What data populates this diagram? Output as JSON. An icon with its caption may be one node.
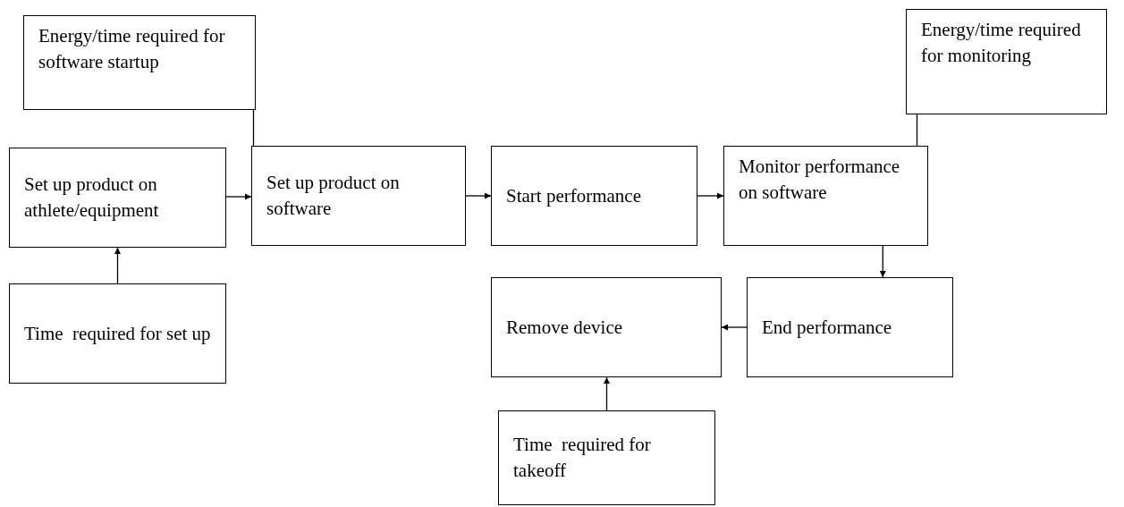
{
  "diagram": {
    "nodes": [
      {
        "text": [
          "Energy/time required for software startup"
        ]
      },
      {
        "text": [
          "Energy/time required for monitoring"
        ]
      },
      {
        "text": [
          "Set up product on athlete/equipment"
        ]
      },
      {
        "text": [
          "Set up product on software"
        ]
      },
      {
        "text": [
          "Start performance"
        ]
      },
      {
        "text": [
          "Monitor performance on software"
        ]
      },
      {
        "text": [
          "Time  required for set up"
        ]
      },
      {
        "text": [
          "Remove device"
        ]
      },
      {
        "text": [
          "End performance"
        ]
      },
      {
        "text": [
          "Time  required for takeoff"
        ]
      }
    ],
    "edges": [
      {
        "from": 0,
        "to": 3,
        "arrow": "none"
      },
      {
        "from": 1,
        "to": 5,
        "arrow": "none"
      },
      {
        "from": 2,
        "to": 3,
        "arrow": "to"
      },
      {
        "from": 3,
        "to": 4,
        "arrow": "to"
      },
      {
        "from": 4,
        "to": 5,
        "arrow": "to"
      },
      {
        "from": 6,
        "to": 2,
        "arrow": "to"
      },
      {
        "from": 5,
        "to": 8,
        "arrow": "to"
      },
      {
        "from": 8,
        "to": 7,
        "arrow": "to"
      },
      {
        "from": 9,
        "to": 7,
        "arrow": "to"
      }
    ]
  }
}
